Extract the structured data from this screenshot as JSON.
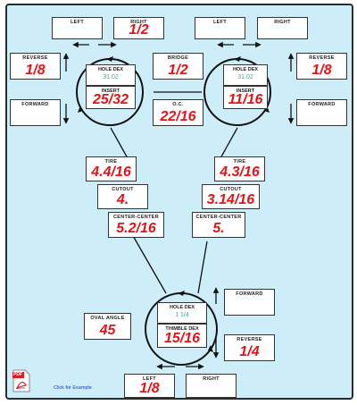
{
  "boxes": {
    "top_left_left": {
      "label": "LEFT",
      "value": ""
    },
    "top_left_right": {
      "label": "RIGHT",
      "value": "1/2"
    },
    "top_right_left": {
      "label": "LEFT",
      "value": ""
    },
    "top_right_right": {
      "label": "RIGHT",
      "value": ""
    },
    "left_reverse": {
      "label": "REVERSE",
      "value": "1/8"
    },
    "left_forward": {
      "label": "FORWARD",
      "value": ""
    },
    "bridge": {
      "label": "BRIDGE",
      "value": "1/2"
    },
    "oc": {
      "label": "O.C.",
      "value": "22/16"
    },
    "right_reverse": {
      "label": "REVERSE",
      "value": "1/8"
    },
    "right_forward": {
      "label": "FORWARD",
      "value": ""
    },
    "left_wheel": {
      "top_label": "HOLE DEX",
      "top_value": "31.02",
      "bottom_label": "INSERT",
      "bottom_value": "25/32"
    },
    "right_wheel": {
      "top_label": "HOLE DEX",
      "top_value": "31.02",
      "bottom_label": "INSERT",
      "bottom_value": "11/16"
    },
    "left_tire": {
      "label": "TIRE",
      "value": "4.4/16"
    },
    "left_cutout": {
      "label": "CUTOUT",
      "value": "4."
    },
    "left_center": {
      "label": "CENTER-CENTER",
      "value": "5.2/16"
    },
    "right_tire": {
      "label": "TIRE",
      "value": "4.3/16"
    },
    "right_cutout": {
      "label": "CUTOUT",
      "value": "3.14/16"
    },
    "right_center": {
      "label": "CENTER-CENTER",
      "value": "5."
    },
    "bottom_wheel": {
      "top_label": "HOLE DEX",
      "top_value": "1 1/4",
      "bottom_label": "THIMBLE DEX",
      "bottom_value": "15/16"
    },
    "bottom_forward": {
      "label": "FORWARD",
      "value": ""
    },
    "bottom_reverse": {
      "label": "REVERSE",
      "value": "1/4"
    },
    "oval_angle": {
      "label": "OVAL ANGLE",
      "value": "45"
    },
    "bottom_left": {
      "label": "LEFT",
      "value": "1/8"
    },
    "bottom_right": {
      "label": "RIGHT",
      "value": ""
    }
  },
  "pdf_icon": {
    "label": "PDF",
    "sub": "Adobe"
  },
  "click_link": "Click for Example",
  "colors": {
    "background": "#cdeef8",
    "value_red": "#e0141a",
    "teal": "#3aa79a"
  }
}
